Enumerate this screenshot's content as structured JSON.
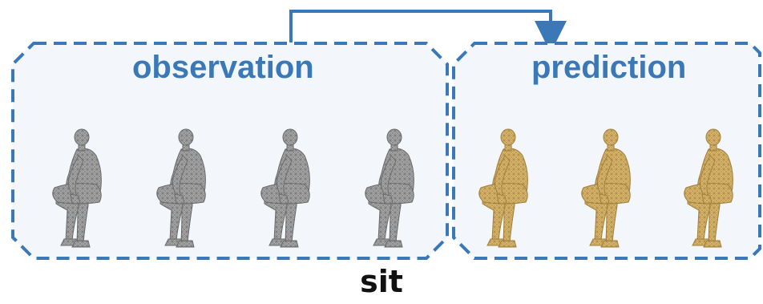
{
  "diagram": {
    "observation": {
      "label": "observation",
      "figure_color": "#8a8a8a",
      "figure_count": 4
    },
    "prediction": {
      "label": "prediction",
      "figure_color": "#c9a454",
      "figure_count": 3
    },
    "action_label": "sit",
    "colors": {
      "accent": "#3a78b8",
      "panel_fill": "#f3f7fb"
    }
  }
}
